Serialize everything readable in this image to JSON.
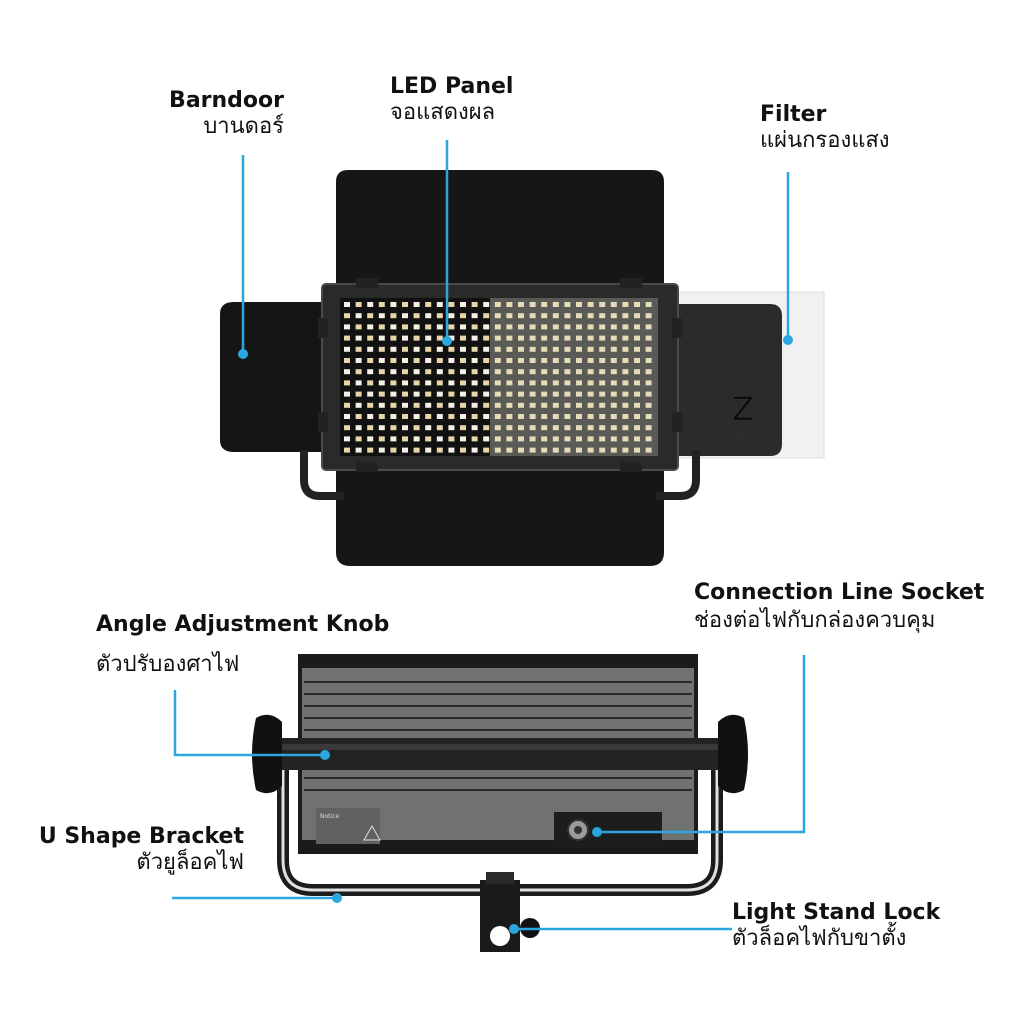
{
  "callouts": {
    "barndoor": {
      "en": "Barndoor",
      "th": "บานดอร์"
    },
    "led_panel": {
      "en": "LED Panel",
      "th": "จอแสดงผล"
    },
    "filter": {
      "en": "Filter",
      "th": "แผ่นกรองแสง"
    },
    "connection_socket": {
      "en": "Connection Line Socket",
      "th": "ช่องต่อไฟกับกล่องควบคุม"
    },
    "angle_knob": {
      "en": "Angle Adjustment Knob",
      "th": "ตัวปรับองศาไฟ"
    },
    "u_bracket": {
      "en": "U Shape Bracket",
      "th": "ตัวยูล็อคไฟ"
    },
    "stand_lock": {
      "en": "Light Stand Lock",
      "th": "ตัวล็อคไฟกับขาตั้ง"
    }
  },
  "brand": "ZETA",
  "notice_label": "Notice",
  "colors": {
    "accent": "#2aa7df",
    "dark": "#1b1b1b",
    "body_gray": "#6f7271"
  }
}
